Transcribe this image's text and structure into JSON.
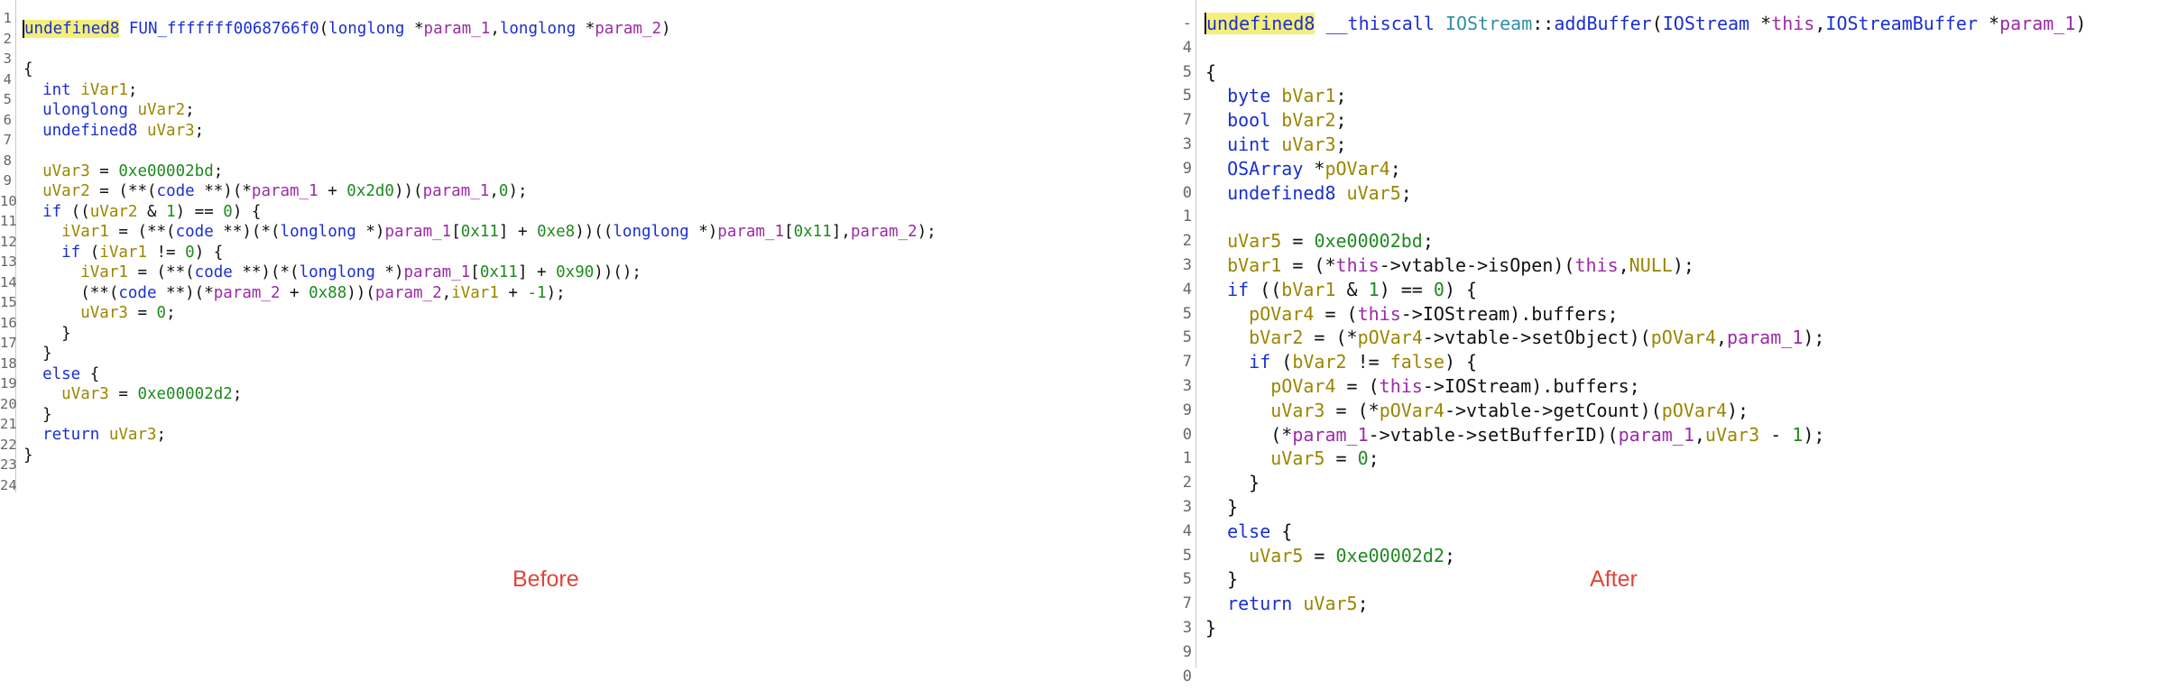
{
  "before": {
    "gutter": [
      "1",
      "2",
      "3",
      "4",
      "5",
      "6",
      "7",
      "8",
      "9",
      "10",
      "11",
      "12",
      "13",
      "14",
      "15",
      "16",
      "17",
      "18",
      "19",
      "20",
      "21",
      "22",
      "23",
      "24"
    ],
    "lines": [
      [
        {
          "t": "undefined8",
          "c": "kw hl"
        },
        {
          "t": " FUN_fffffff0068766f0",
          "c": "fn"
        },
        {
          "t": "(",
          "c": "txt"
        },
        {
          "t": "longlong",
          "c": "kw"
        },
        {
          "t": " *",
          "c": "txt"
        },
        {
          "t": "param_1",
          "c": "prm"
        },
        {
          "t": ",",
          "c": "txt"
        },
        {
          "t": "longlong",
          "c": "kw"
        },
        {
          "t": " *",
          "c": "txt"
        },
        {
          "t": "param_2",
          "c": "prm"
        },
        {
          "t": ")",
          "c": "txt"
        }
      ],
      [],
      [
        {
          "t": "{",
          "c": "txt"
        }
      ],
      [
        {
          "t": "  int ",
          "c": "kw"
        },
        {
          "t": "iVar1",
          "c": "var"
        },
        {
          "t": ";",
          "c": "txt"
        }
      ],
      [
        {
          "t": "  ulonglong ",
          "c": "kw"
        },
        {
          "t": "uVar2",
          "c": "var"
        },
        {
          "t": ";",
          "c": "txt"
        }
      ],
      [
        {
          "t": "  undefined8 ",
          "c": "kw"
        },
        {
          "t": "uVar3",
          "c": "var"
        },
        {
          "t": ";",
          "c": "txt"
        }
      ],
      [],
      [
        {
          "t": "  ",
          "c": "txt"
        },
        {
          "t": "uVar3",
          "c": "var"
        },
        {
          "t": " = ",
          "c": "txt"
        },
        {
          "t": "0xe00002bd",
          "c": "num"
        },
        {
          "t": ";",
          "c": "txt"
        }
      ],
      [
        {
          "t": "  ",
          "c": "txt"
        },
        {
          "t": "uVar2",
          "c": "var"
        },
        {
          "t": " = (**(",
          "c": "txt"
        },
        {
          "t": "code",
          "c": "kw"
        },
        {
          "t": " **)(*",
          "c": "txt"
        },
        {
          "t": "param_1",
          "c": "prm"
        },
        {
          "t": " + ",
          "c": "txt"
        },
        {
          "t": "0x2d0",
          "c": "num"
        },
        {
          "t": "))(",
          "c": "txt"
        },
        {
          "t": "param_1",
          "c": "prm"
        },
        {
          "t": ",",
          "c": "txt"
        },
        {
          "t": "0",
          "c": "num"
        },
        {
          "t": ");",
          "c": "txt"
        }
      ],
      [
        {
          "t": "  if",
          "c": "kw"
        },
        {
          "t": " ((",
          "c": "txt"
        },
        {
          "t": "uVar2",
          "c": "var"
        },
        {
          "t": " & ",
          "c": "txt"
        },
        {
          "t": "1",
          "c": "num"
        },
        {
          "t": ") == ",
          "c": "txt"
        },
        {
          "t": "0",
          "c": "num"
        },
        {
          "t": ") {",
          "c": "txt"
        }
      ],
      [
        {
          "t": "    ",
          "c": "txt"
        },
        {
          "t": "iVar1",
          "c": "var"
        },
        {
          "t": " = (**(",
          "c": "txt"
        },
        {
          "t": "code",
          "c": "kw"
        },
        {
          "t": " **)(*(",
          "c": "txt"
        },
        {
          "t": "longlong",
          "c": "kw"
        },
        {
          "t": " *)",
          "c": "txt"
        },
        {
          "t": "param_1",
          "c": "prm"
        },
        {
          "t": "[",
          "c": "txt"
        },
        {
          "t": "0x11",
          "c": "num"
        },
        {
          "t": "] + ",
          "c": "txt"
        },
        {
          "t": "0xe8",
          "c": "num"
        },
        {
          "t": "))((",
          "c": "txt"
        },
        {
          "t": "longlong",
          "c": "kw"
        },
        {
          "t": " *)",
          "c": "txt"
        },
        {
          "t": "param_1",
          "c": "prm"
        },
        {
          "t": "[",
          "c": "txt"
        },
        {
          "t": "0x11",
          "c": "num"
        },
        {
          "t": "],",
          "c": "txt"
        },
        {
          "t": "param_2",
          "c": "prm"
        },
        {
          "t": ");",
          "c": "txt"
        }
      ],
      [
        {
          "t": "    if",
          "c": "kw"
        },
        {
          "t": " (",
          "c": "txt"
        },
        {
          "t": "iVar1",
          "c": "var"
        },
        {
          "t": " != ",
          "c": "txt"
        },
        {
          "t": "0",
          "c": "num"
        },
        {
          "t": ") {",
          "c": "txt"
        }
      ],
      [
        {
          "t": "      ",
          "c": "txt"
        },
        {
          "t": "iVar1",
          "c": "var"
        },
        {
          "t": " = (**(",
          "c": "txt"
        },
        {
          "t": "code",
          "c": "kw"
        },
        {
          "t": " **)(*(",
          "c": "txt"
        },
        {
          "t": "longlong",
          "c": "kw"
        },
        {
          "t": " *)",
          "c": "txt"
        },
        {
          "t": "param_1",
          "c": "prm"
        },
        {
          "t": "[",
          "c": "txt"
        },
        {
          "t": "0x11",
          "c": "num"
        },
        {
          "t": "] + ",
          "c": "txt"
        },
        {
          "t": "0x90",
          "c": "num"
        },
        {
          "t": "))();",
          "c": "txt"
        }
      ],
      [
        {
          "t": "      (**(",
          "c": "txt"
        },
        {
          "t": "code",
          "c": "kw"
        },
        {
          "t": " **)(*",
          "c": "txt"
        },
        {
          "t": "param_2",
          "c": "prm"
        },
        {
          "t": " + ",
          "c": "txt"
        },
        {
          "t": "0x88",
          "c": "num"
        },
        {
          "t": "))(",
          "c": "txt"
        },
        {
          "t": "param_2",
          "c": "prm"
        },
        {
          "t": ",",
          "c": "txt"
        },
        {
          "t": "iVar1",
          "c": "var"
        },
        {
          "t": " + ",
          "c": "txt"
        },
        {
          "t": "-1",
          "c": "num"
        },
        {
          "t": ");",
          "c": "txt"
        }
      ],
      [
        {
          "t": "      ",
          "c": "txt"
        },
        {
          "t": "uVar3",
          "c": "var"
        },
        {
          "t": " = ",
          "c": "txt"
        },
        {
          "t": "0",
          "c": "num"
        },
        {
          "t": ";",
          "c": "txt"
        }
      ],
      [
        {
          "t": "    }",
          "c": "txt"
        }
      ],
      [
        {
          "t": "  }",
          "c": "txt"
        }
      ],
      [
        {
          "t": "  else",
          "c": "kw"
        },
        {
          "t": " {",
          "c": "txt"
        }
      ],
      [
        {
          "t": "    ",
          "c": "txt"
        },
        {
          "t": "uVar3",
          "c": "var"
        },
        {
          "t": " = ",
          "c": "txt"
        },
        {
          "t": "0xe00002d2",
          "c": "num"
        },
        {
          "t": ";",
          "c": "txt"
        }
      ],
      [
        {
          "t": "  }",
          "c": "txt"
        }
      ],
      [
        {
          "t": "  return ",
          "c": "kw"
        },
        {
          "t": "uVar3",
          "c": "var"
        },
        {
          "t": ";",
          "c": "txt"
        }
      ],
      [
        {
          "t": "}",
          "c": "txt"
        }
      ]
    ],
    "caption": "Before"
  },
  "after": {
    "gutter": [
      "-",
      "4",
      "5",
      "5",
      "7",
      "3",
      "9",
      "0",
      "1",
      "2",
      "3",
      "4",
      "5",
      "5",
      "7",
      "3",
      "9",
      "0",
      "1",
      "2",
      "3",
      "4",
      "5",
      "5",
      "7",
      "3",
      "9",
      "0"
    ],
    "lines": [
      [
        {
          "t": "undefined8",
          "c": "kw hl"
        },
        {
          "t": " __thiscall ",
          "c": "kw"
        },
        {
          "t": "IOStream",
          "c": "cls"
        },
        {
          "t": "::",
          "c": "txt"
        },
        {
          "t": "addBuffer",
          "c": "fn"
        },
        {
          "t": "(",
          "c": "txt"
        },
        {
          "t": "IOStream",
          "c": "kw"
        },
        {
          "t": " *",
          "c": "txt"
        },
        {
          "t": "this",
          "c": "prm"
        },
        {
          "t": ",",
          "c": "txt"
        },
        {
          "t": "IOStreamBuffer",
          "c": "kw"
        },
        {
          "t": " *",
          "c": "txt"
        },
        {
          "t": "param_1",
          "c": "prm"
        },
        {
          "t": ")",
          "c": "txt"
        }
      ],
      [],
      [
        {
          "t": "{",
          "c": "txt"
        }
      ],
      [
        {
          "t": "  byte ",
          "c": "kw"
        },
        {
          "t": "bVar1",
          "c": "var"
        },
        {
          "t": ";",
          "c": "txt"
        }
      ],
      [
        {
          "t": "  bool ",
          "c": "kw"
        },
        {
          "t": "bVar2",
          "c": "var"
        },
        {
          "t": ";",
          "c": "txt"
        }
      ],
      [
        {
          "t": "  uint ",
          "c": "kw"
        },
        {
          "t": "uVar3",
          "c": "var"
        },
        {
          "t": ";",
          "c": "txt"
        }
      ],
      [
        {
          "t": "  OSArray ",
          "c": "kw"
        },
        {
          "t": "*",
          "c": "txt"
        },
        {
          "t": "pOVar4",
          "c": "var"
        },
        {
          "t": ";",
          "c": "txt"
        }
      ],
      [
        {
          "t": "  undefined8 ",
          "c": "kw"
        },
        {
          "t": "uVar5",
          "c": "var"
        },
        {
          "t": ";",
          "c": "txt"
        }
      ],
      [],
      [
        {
          "t": "  ",
          "c": "txt"
        },
        {
          "t": "uVar5",
          "c": "var"
        },
        {
          "t": " = ",
          "c": "txt"
        },
        {
          "t": "0xe00002bd",
          "c": "num"
        },
        {
          "t": ";",
          "c": "txt"
        }
      ],
      [
        {
          "t": "  ",
          "c": "txt"
        },
        {
          "t": "bVar1",
          "c": "var"
        },
        {
          "t": " = (*",
          "c": "txt"
        },
        {
          "t": "this",
          "c": "prm"
        },
        {
          "t": "->vtable->isOpen)(",
          "c": "txt"
        },
        {
          "t": "this",
          "c": "prm"
        },
        {
          "t": ",",
          "c": "txt"
        },
        {
          "t": "NULL",
          "c": "var"
        },
        {
          "t": ");",
          "c": "txt"
        }
      ],
      [
        {
          "t": "  if",
          "c": "kw"
        },
        {
          "t": " ((",
          "c": "txt"
        },
        {
          "t": "bVar1",
          "c": "var"
        },
        {
          "t": " & ",
          "c": "txt"
        },
        {
          "t": "1",
          "c": "num"
        },
        {
          "t": ") == ",
          "c": "txt"
        },
        {
          "t": "0",
          "c": "num"
        },
        {
          "t": ") {",
          "c": "txt"
        }
      ],
      [
        {
          "t": "    ",
          "c": "txt"
        },
        {
          "t": "pOVar4",
          "c": "var"
        },
        {
          "t": " = (",
          "c": "txt"
        },
        {
          "t": "this",
          "c": "prm"
        },
        {
          "t": "->IOStream).buffers;",
          "c": "txt"
        }
      ],
      [
        {
          "t": "    ",
          "c": "txt"
        },
        {
          "t": "bVar2",
          "c": "var"
        },
        {
          "t": " = (*",
          "c": "txt"
        },
        {
          "t": "pOVar4",
          "c": "var"
        },
        {
          "t": "->vtable->setObject)(",
          "c": "txt"
        },
        {
          "t": "pOVar4",
          "c": "var"
        },
        {
          "t": ",",
          "c": "txt"
        },
        {
          "t": "param_1",
          "c": "prm"
        },
        {
          "t": ");",
          "c": "txt"
        }
      ],
      [
        {
          "t": "    if",
          "c": "kw"
        },
        {
          "t": " (",
          "c": "txt"
        },
        {
          "t": "bVar2",
          "c": "var"
        },
        {
          "t": " != ",
          "c": "txt"
        },
        {
          "t": "false",
          "c": "var"
        },
        {
          "t": ") {",
          "c": "txt"
        }
      ],
      [
        {
          "t": "      ",
          "c": "txt"
        },
        {
          "t": "pOVar4",
          "c": "var"
        },
        {
          "t": " = (",
          "c": "txt"
        },
        {
          "t": "this",
          "c": "prm"
        },
        {
          "t": "->IOStream).buffers;",
          "c": "txt"
        }
      ],
      [
        {
          "t": "      ",
          "c": "txt"
        },
        {
          "t": "uVar3",
          "c": "var"
        },
        {
          "t": " = (*",
          "c": "txt"
        },
        {
          "t": "pOVar4",
          "c": "var"
        },
        {
          "t": "->vtable->getCount)(",
          "c": "txt"
        },
        {
          "t": "pOVar4",
          "c": "var"
        },
        {
          "t": ");",
          "c": "txt"
        }
      ],
      [
        {
          "t": "      (*",
          "c": "txt"
        },
        {
          "t": "param_1",
          "c": "prm"
        },
        {
          "t": "->vtable->setBufferID)(",
          "c": "txt"
        },
        {
          "t": "param_1",
          "c": "prm"
        },
        {
          "t": ",",
          "c": "txt"
        },
        {
          "t": "uVar3",
          "c": "var"
        },
        {
          "t": " - ",
          "c": "txt"
        },
        {
          "t": "1",
          "c": "num"
        },
        {
          "t": ");",
          "c": "txt"
        }
      ],
      [
        {
          "t": "      ",
          "c": "txt"
        },
        {
          "t": "uVar5",
          "c": "var"
        },
        {
          "t": " = ",
          "c": "txt"
        },
        {
          "t": "0",
          "c": "num"
        },
        {
          "t": ";",
          "c": "txt"
        }
      ],
      [
        {
          "t": "    }",
          "c": "txt"
        }
      ],
      [
        {
          "t": "  }",
          "c": "txt"
        }
      ],
      [
        {
          "t": "  else",
          "c": "kw"
        },
        {
          "t": " {",
          "c": "txt"
        }
      ],
      [
        {
          "t": "    ",
          "c": "txt"
        },
        {
          "t": "uVar5",
          "c": "var"
        },
        {
          "t": " = ",
          "c": "txt"
        },
        {
          "t": "0xe00002d2",
          "c": "num"
        },
        {
          "t": ";",
          "c": "txt"
        }
      ],
      [
        {
          "t": "  }",
          "c": "txt"
        }
      ],
      [
        {
          "t": "  return ",
          "c": "kw"
        },
        {
          "t": "uVar5",
          "c": "var"
        },
        {
          "t": ";",
          "c": "txt"
        }
      ],
      [
        {
          "t": "}",
          "c": "txt"
        }
      ]
    ],
    "caption": "After"
  }
}
